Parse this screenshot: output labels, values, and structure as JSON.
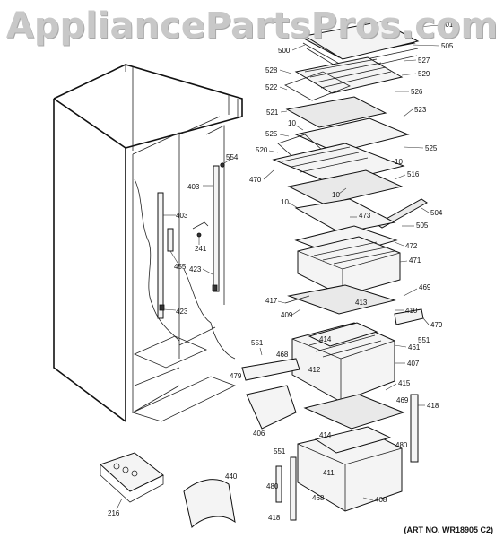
{
  "watermark": "AppliancePartsPros.com",
  "art_number": "(ART NO. WR18905 C2)",
  "callouts": [
    "501",
    "505",
    "500",
    "527",
    "528",
    "529",
    "522",
    "526",
    "521",
    "523",
    "10",
    "525",
    "520",
    "525",
    "10",
    "554",
    "516",
    "470",
    "403",
    "10",
    "504",
    "10",
    "473",
    "505",
    "403",
    "241",
    "472",
    "471",
    "455",
    "423",
    "469",
    "417",
    "413",
    "410",
    "409",
    "479",
    "423",
    "414",
    "461",
    "551",
    "551",
    "468",
    "412",
    "407",
    "479",
    "415",
    "469",
    "418",
    "406",
    "414",
    "480",
    "411",
    "551",
    "440",
    "480",
    "468",
    "408",
    "216",
    "418"
  ]
}
